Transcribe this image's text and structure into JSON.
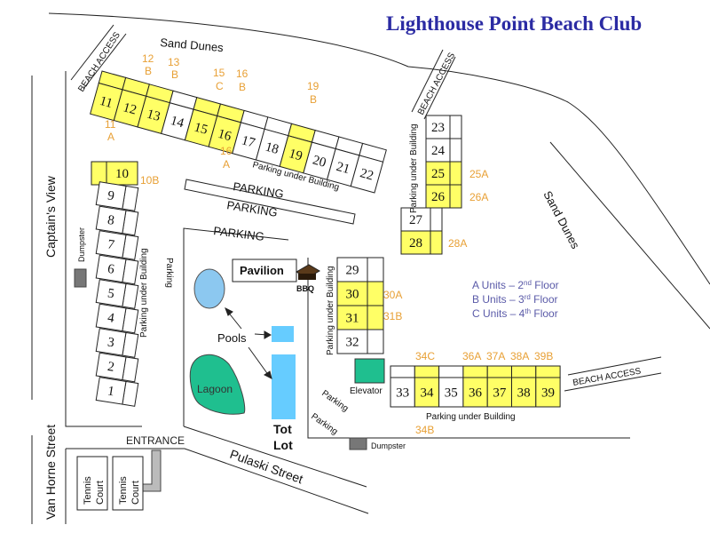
{
  "title": "Lighthouse Point Beach Club",
  "colors": {
    "highlight": "#ffff66",
    "plain": "#ffffff",
    "title": "#2b2ba3",
    "unit_label": "#e8a035",
    "pool": "#66ccff",
    "lagoon": "#1fbf8f",
    "legend": "#5a5aa8"
  },
  "streets": {
    "captains_view": "Captain's View",
    "van_horne": "Van Horne Street",
    "pulaski": "Pulaski Street"
  },
  "labels": {
    "sand_dunes_top": "Sand Dunes",
    "sand_dunes_right": "Sand Dunes",
    "beach_access_1": "BEACH ACCESS",
    "beach_access_2": "BEACH ACCESS",
    "beach_access_3": "BEACH ACCESS",
    "parking_1": "PARKING",
    "parking_2": "PARKING",
    "parking_3": "PARKING",
    "parking_vertical": "Parking",
    "parking_diag_1": "Parking",
    "parking_diag_2": "Parking",
    "pub_top": "Parking under Building",
    "pub_left": "Parking under Building",
    "pub_right": "Parking under Building",
    "pub_mid": "Parking under Building",
    "pub_bottom": "Parking under Building",
    "dumpster_left": "Dumpster",
    "dumpster_bottom": "Dumpster",
    "pavilion": "Pavilion",
    "bbq": "BBQ",
    "pools": "Pools",
    "lagoon": "Lagoon",
    "tot": "Tot",
    "lot": "Lot",
    "elevator": "Elevator",
    "entrance": "ENTRANCE",
    "tennis_1a": "Tennis",
    "tennis_1b": "Court",
    "tennis_2a": "Tennis",
    "tennis_2b": "Court"
  },
  "legend": [
    {
      "pre": "A Units – 2",
      "sup": "nd",
      "post": " Floor"
    },
    {
      "pre": "B Units – 3",
      "sup": "rd",
      "post": " Floor"
    },
    {
      "pre": "C Units – 4",
      "sup": "th",
      "post": " Floor"
    }
  ],
  "buildings": {
    "top_row": [
      {
        "n": "11",
        "top": true,
        "main": true
      },
      {
        "n": "12",
        "top": true,
        "main": true
      },
      {
        "n": "13",
        "top": true,
        "main": true
      },
      {
        "n": "14",
        "top": false,
        "main": false
      },
      {
        "n": "15",
        "top": true,
        "main": true
      },
      {
        "n": "16",
        "top": true,
        "main": true
      },
      {
        "n": "17",
        "top": false,
        "main": false
      },
      {
        "n": "18",
        "top": false,
        "main": false
      },
      {
        "n": "19",
        "top": true,
        "main": true
      },
      {
        "n": "20",
        "top": false,
        "main": false
      },
      {
        "n": "21",
        "top": false,
        "main": false
      },
      {
        "n": "22",
        "top": false,
        "main": false
      }
    ],
    "left_col": [
      {
        "n": "10",
        "side": true,
        "main": true
      },
      {
        "n": "9",
        "side": false,
        "main": false
      },
      {
        "n": "8",
        "side": false,
        "main": false
      },
      {
        "n": "7",
        "side": false,
        "main": false
      },
      {
        "n": "6",
        "side": false,
        "main": false
      },
      {
        "n": "5",
        "side": false,
        "main": false
      },
      {
        "n": "4",
        "side": false,
        "main": false
      },
      {
        "n": "3",
        "side": false,
        "main": false
      },
      {
        "n": "2",
        "side": false,
        "main": false
      },
      {
        "n": "1",
        "side": false,
        "main": false
      }
    ],
    "right_col": [
      {
        "n": "23",
        "side": false,
        "main": false
      },
      {
        "n": "24",
        "side": false,
        "main": false
      },
      {
        "n": "25",
        "side": true,
        "main": true
      },
      {
        "n": "26",
        "side": true,
        "main": true
      },
      {
        "n": "27",
        "side": false,
        "main": false
      },
      {
        "n": "28",
        "side": true,
        "main": true
      }
    ],
    "mid_col": [
      {
        "n": "29",
        "side": false,
        "main": false
      },
      {
        "n": "30",
        "side": true,
        "main": true
      },
      {
        "n": "31",
        "side": true,
        "main": true
      },
      {
        "n": "32",
        "side": false,
        "main": false
      }
    ],
    "bottom_row": [
      {
        "n": "33",
        "top": false,
        "main": false
      },
      {
        "n": "34",
        "top": true,
        "main": true
      },
      {
        "n": "35",
        "top": false,
        "main": false
      },
      {
        "n": "36",
        "top": true,
        "main": true
      },
      {
        "n": "37",
        "top": true,
        "main": true
      },
      {
        "n": "38",
        "top": true,
        "main": true
      },
      {
        "n": "39",
        "top": true,
        "main": true
      }
    ]
  },
  "unit_tags": {
    "u11a_1": "11",
    "u11a_2": "A",
    "u12b_1": "12",
    "u12b_2": "B",
    "u13b_1": "13",
    "u13b_2": "B",
    "u15c_1": "15",
    "u15c_2": "C",
    "u16b_1": "16",
    "u16b_2": "B",
    "u16a_1": "16",
    "u16a_2": "A",
    "u19b_1": "19",
    "u19b_2": "B",
    "u10b": "10B",
    "u25a": "25A",
    "u26a": "26A",
    "u28a": "28A",
    "u30a": "30A",
    "u31b": "31B",
    "u34c": "34C",
    "u34b": "34B",
    "u36a": "36A",
    "u37a": "37A",
    "u38a": "38A",
    "u39b": "39B"
  }
}
